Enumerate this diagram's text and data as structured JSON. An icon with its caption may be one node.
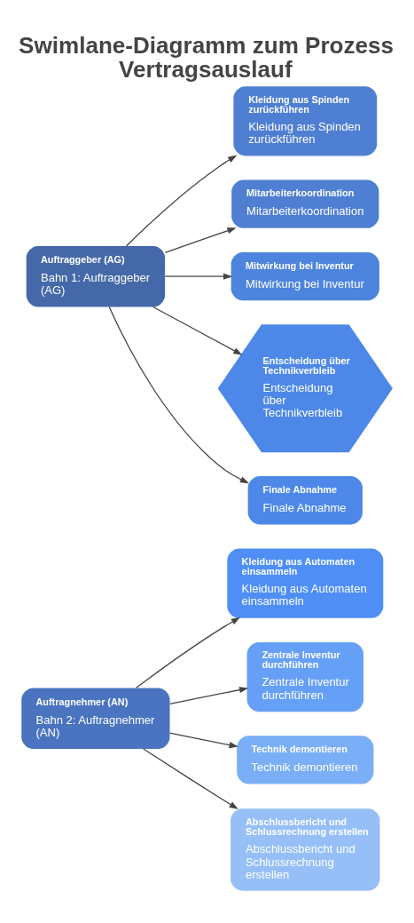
{
  "diagram": {
    "title": "Swimlane-Diagramm zum Prozess Vertragsauslauf",
    "nodes": [
      {
        "text": [
          "Auftraggeber (AG)",
          "Bahn 1: Auftraggeber (AG)"
        ]
      },
      {
        "text": [
          "Kleidung aus Spinden zurückführen",
          "Kleidung aus Spinden zurückführen"
        ]
      },
      {
        "text": [
          "Mitarbeiterkoordination",
          "Mitarbeiterkoordination"
        ]
      },
      {
        "text": [
          "Mitwirkung bei Inventur",
          "Mitwirkung bei Inventur"
        ]
      },
      {
        "text": [
          "Entscheidung über Technikverbleib",
          "Entscheidung über Technikverbleib"
        ]
      },
      {
        "text": [
          "Finale Abnahme",
          "Finale Abnahme"
        ]
      },
      {
        "text": [
          "Auftragnehmer (AN)",
          "Bahn 2: Auftragnehmer (AN)"
        ]
      },
      {
        "text": [
          "Kleidung aus Automaten einsammeln",
          "Kleidung aus Automaten einsammeln"
        ]
      },
      {
        "text": [
          "Zentrale Inventur durchführen",
          "Zentrale Inventur durchführen"
        ]
      },
      {
        "text": [
          "Technik demontieren",
          "Technik demontieren"
        ]
      },
      {
        "text": [
          "Abschlussbericht und Schlussrechnung erstellen",
          "Abschlussbericht und Schlussrechnung erstellen"
        ]
      }
    ],
    "edges": [
      {
        "from": 0,
        "to": 1,
        "arrow": "to"
      },
      {
        "from": 0,
        "to": 2,
        "arrow": "to"
      },
      {
        "from": 0,
        "to": 3,
        "arrow": "to"
      },
      {
        "from": 0,
        "to": 4,
        "arrow": "to"
      },
      {
        "from": 0,
        "to": 5,
        "arrow": "to"
      },
      {
        "from": 6,
        "to": 7,
        "arrow": "to"
      },
      {
        "from": 6,
        "to": 8,
        "arrow": "to"
      },
      {
        "from": 6,
        "to": 9,
        "arrow": "to"
      },
      {
        "from": 6,
        "to": 10,
        "arrow": "to"
      }
    ]
  }
}
